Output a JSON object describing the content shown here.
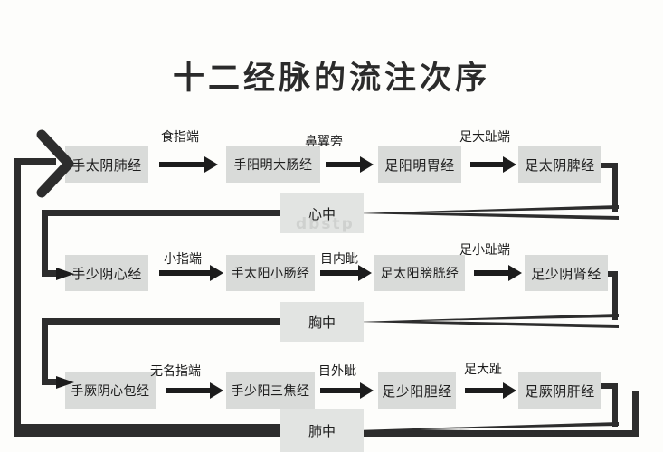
{
  "page": {
    "title": "十二经脉的流注次序",
    "background_color": "#fdfdfb",
    "node_color": "#d9dbd9",
    "organ_color": "#e2e4e2",
    "line_color": "#2d2d2d",
    "watermark": "dbstp"
  },
  "chart_data": {
    "type": "diagram",
    "title": "十二经脉的流注次序",
    "rows": [
      {
        "nodes": [
          "手太阴肺经",
          "手阳明大肠经",
          "足阳明胃经",
          "足太阴脾经"
        ],
        "transitions": [
          "食指端",
          "鼻翼旁",
          "足大趾端"
        ],
        "junction": "心中"
      },
      {
        "nodes": [
          "手少阴心经",
          "手太阳小肠经",
          "足太阳膀胱经",
          "足少阴肾经"
        ],
        "transitions": [
          "小指端",
          "目内眦",
          "足小趾端"
        ],
        "junction": "胸中"
      },
      {
        "nodes": [
          "手厥阴心包经",
          "手少阳三焦经",
          "足少阳胆经",
          "足厥阴肝经"
        ],
        "transitions": [
          "无名指端",
          "目外眦",
          "足大趾"
        ],
        "junction": "肺中"
      }
    ]
  },
  "nodes": {
    "r1c1": "手太阴肺经",
    "r1c2": "手阳明大肠经",
    "r1c3": "足阳明胃经",
    "r1c4": "足太阴脾经",
    "r2c1": "手少阴心经",
    "r2c2": "手太阳小肠经",
    "r2c3": "足太阳膀胱经",
    "r2c4": "足少阴肾经",
    "r3c1": "手厥阴心包经",
    "r3c2": "手少阳三焦经",
    "r3c3": "足少阳胆经",
    "r3c4": "足厥阴肝经"
  },
  "transitions": {
    "r1t1": "食指端",
    "r1t2": "鼻翼旁",
    "r1t3": "足大趾端",
    "r2t1": "小指端",
    "r2t2": "目内眦",
    "r2t3": "足小趾端",
    "r3t1": "无名指端",
    "r3t2": "目外眦",
    "r3t3": "足大趾"
  },
  "junctions": {
    "j1": "心中",
    "j2": "胸中",
    "j3": "肺中"
  }
}
